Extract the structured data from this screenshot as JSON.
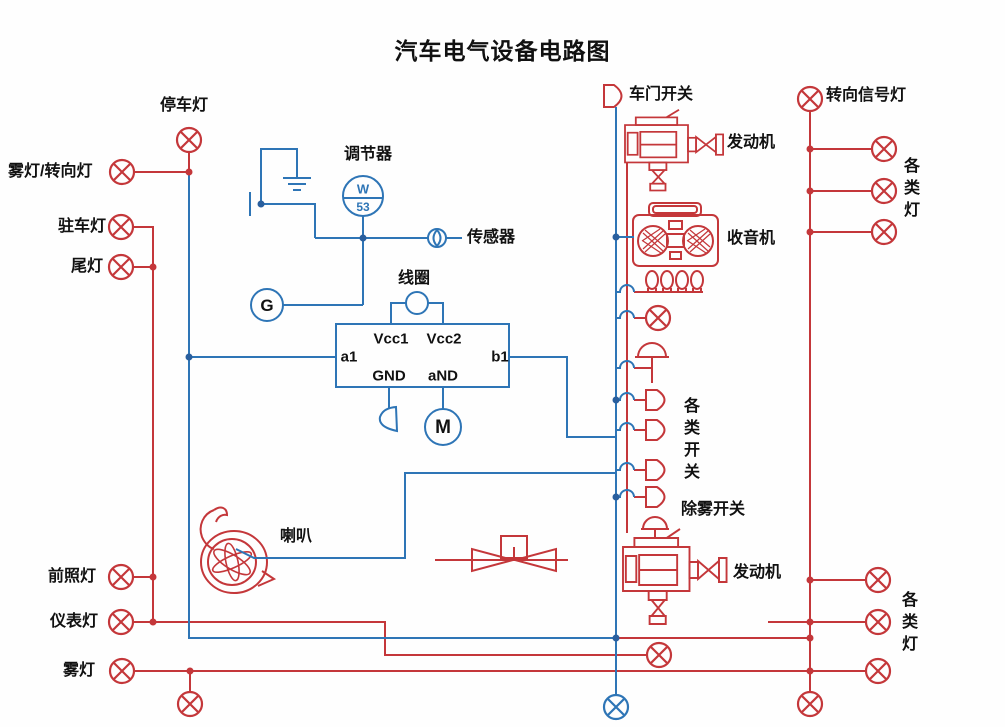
{
  "title": "汽车电气设备电路图",
  "colors": {
    "wire_red": "#c4373a",
    "wire_blue": "#2e75b6",
    "text": "#111111"
  },
  "left_labels": {
    "parking": "停车灯",
    "fog_turn": "雾灯/转向灯",
    "parking_brake": "驻车灯",
    "tail": "尾灯",
    "headlight": "前照灯",
    "instrument": "仪表灯",
    "fog": "雾灯"
  },
  "center": {
    "regulator": "调节器",
    "sensor": "传感器",
    "coil": "线圈",
    "horn": "喇叭",
    "regulator_w": "W",
    "regulator_53": "53",
    "generator": "G",
    "motor": "M"
  },
  "ecu_box": {
    "vcc1": "Vcc1",
    "vcc2": "Vcc2",
    "a1": "a1",
    "b1": "b1",
    "gnd": "GND",
    "and": "aND"
  },
  "right_labels": {
    "door_switch": "车门开关",
    "engine_top": "发动机",
    "radio": "收音机",
    "various_switches": "各类开关",
    "defog_switch": "除雾开关",
    "engine_bottom": "发动机",
    "turn_signal": "转向信号灯",
    "various_lamps_top": "各类灯",
    "various_lamps_bottom": "各类灯"
  }
}
